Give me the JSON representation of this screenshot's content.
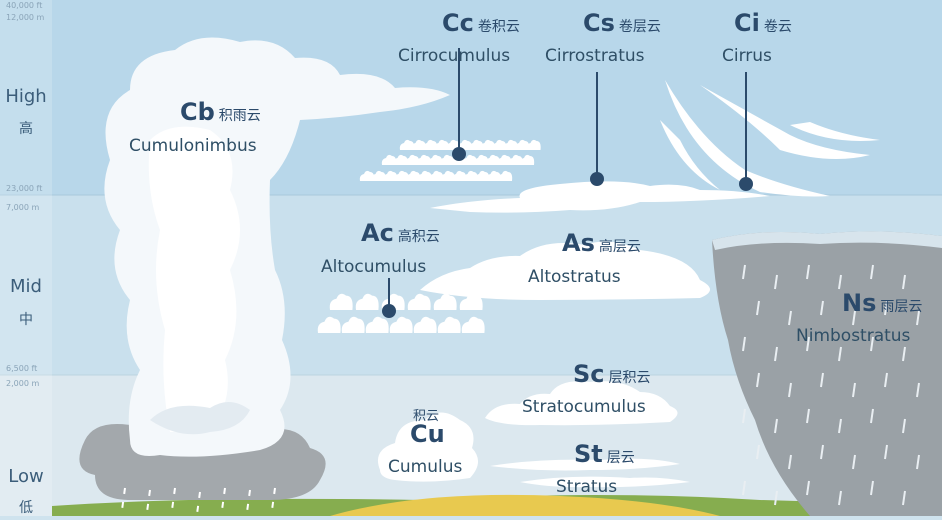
{
  "colors": {
    "sky_high": "#b9d8ea",
    "sky_mid": "#cde2ee",
    "sky_low": "#dde9f0",
    "cloud": "#ffffff",
    "cloud_shade": "#e6eef4",
    "storm": "#9ea4a9",
    "ground_green": "#7fa84a",
    "ground_yellow": "#e8c54a",
    "text": "#2b4a6b"
  },
  "altitudes": {
    "top_ft": "40,000 ft",
    "top_m": "12,000 m",
    "high_ft": "23,000 ft",
    "high_m": "7,000 m",
    "mid_ft": "6,500 ft",
    "mid_m": "2,000 m"
  },
  "bands": [
    {
      "en": "High",
      "cn": "高"
    },
    {
      "en": "Mid",
      "cn": "中"
    },
    {
      "en": "Low",
      "cn": "低"
    }
  ],
  "clouds": {
    "cb": {
      "abbr": "Cb",
      "cn": "积雨云",
      "name": "Cumulonimbus"
    },
    "cc": {
      "abbr": "Cc",
      "cn": "卷积云",
      "name": "Cirrocumulus"
    },
    "cs": {
      "abbr": "Cs",
      "cn": "卷层云",
      "name": "Cirrostratus"
    },
    "ci": {
      "abbr": "Ci",
      "cn": "卷云",
      "name": "Cirrus"
    },
    "ac": {
      "abbr": "Ac",
      "cn": "高积云",
      "name": "Altocumulus"
    },
    "as": {
      "abbr": "As",
      "cn": "高层云",
      "name": "Altostratus"
    },
    "ns": {
      "abbr": "Ns",
      "cn": "雨层云",
      "name": "Nimbostratus"
    },
    "sc": {
      "abbr": "Sc",
      "cn": "层积云",
      "name": "Stratocumulus"
    },
    "cu": {
      "abbr": "Cu",
      "cn": "积云",
      "name": "Cumulus"
    },
    "st": {
      "abbr": "St",
      "cn": "层云",
      "name": "Stratus"
    }
  }
}
